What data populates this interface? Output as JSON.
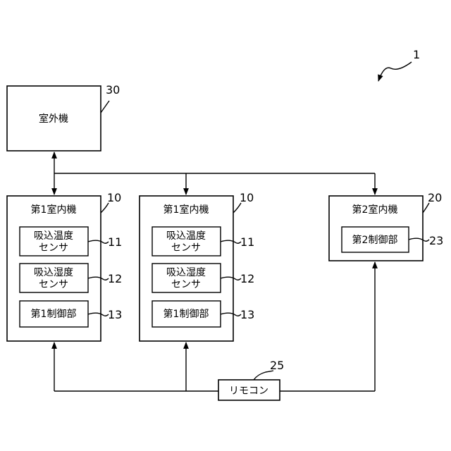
{
  "system_ref": "1",
  "outdoor_unit": {
    "label": "室外機",
    "ref": "30"
  },
  "indoor_unit_1a": {
    "title": "第1室内機",
    "ref": "10",
    "temp_sensor": {
      "line1": "吸込温度",
      "line2": "センサ",
      "ref": "11"
    },
    "humid_sensor": {
      "line1": "吸込湿度",
      "line2": "センサ",
      "ref": "12"
    },
    "controller": {
      "label": "第1制御部",
      "ref": "13"
    }
  },
  "indoor_unit_1b": {
    "title": "第1室内機",
    "ref": "10",
    "temp_sensor": {
      "line1": "吸込温度",
      "line2": "センサ",
      "ref": "11"
    },
    "humid_sensor": {
      "line1": "吸込湿度",
      "line2": "センサ",
      "ref": "12"
    },
    "controller": {
      "label": "第1制御部",
      "ref": "13"
    }
  },
  "indoor_unit_2": {
    "title": "第2室内機",
    "ref": "20",
    "controller": {
      "label": "第2制御部",
      "ref": "23"
    }
  },
  "remote": {
    "label": "リモコン",
    "ref": "25"
  }
}
